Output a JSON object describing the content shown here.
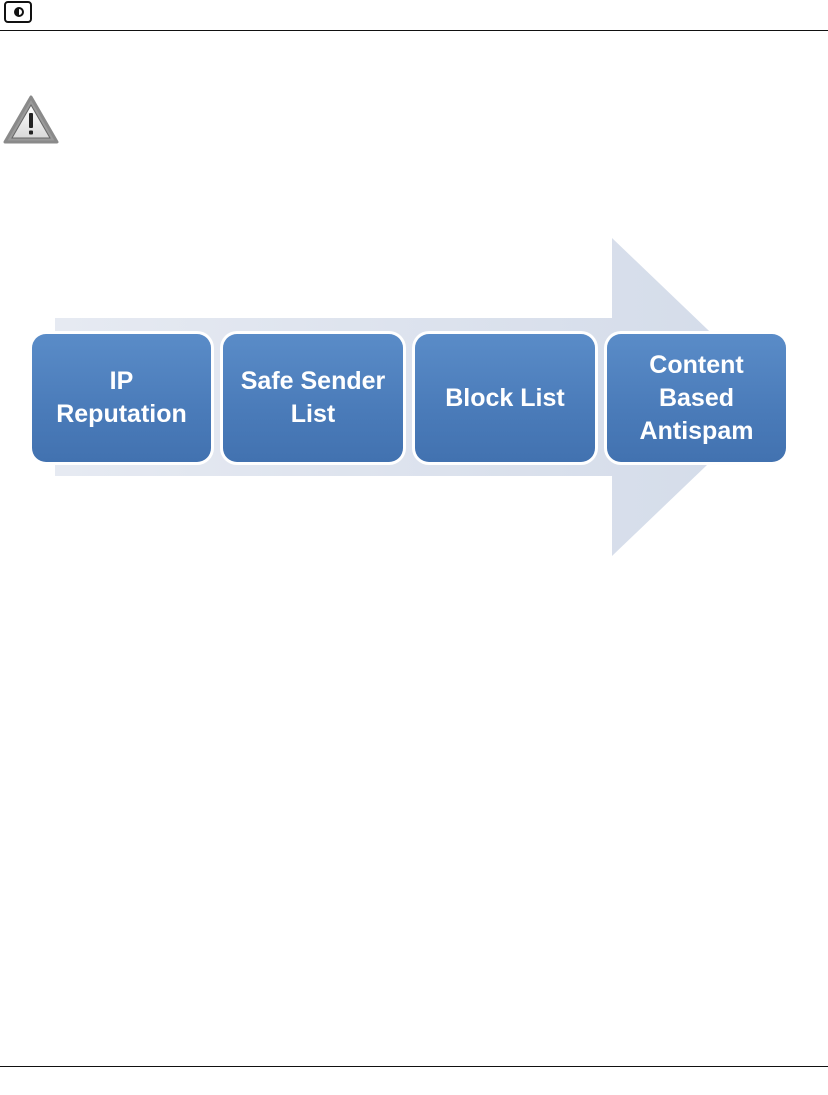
{
  "header": {
    "logo_icon": "eye-logo-icon"
  },
  "notice": {
    "icon": "warning-triangle-icon"
  },
  "diagram": {
    "arrow_color": "#dde3ee",
    "box_color": "#4a7bb9",
    "steps": [
      {
        "label": "IP\nReputation"
      },
      {
        "label": "Safe Sender\nList"
      },
      {
        "label": "Block List"
      },
      {
        "label": "Content\nBased\nAntispam"
      }
    ]
  }
}
